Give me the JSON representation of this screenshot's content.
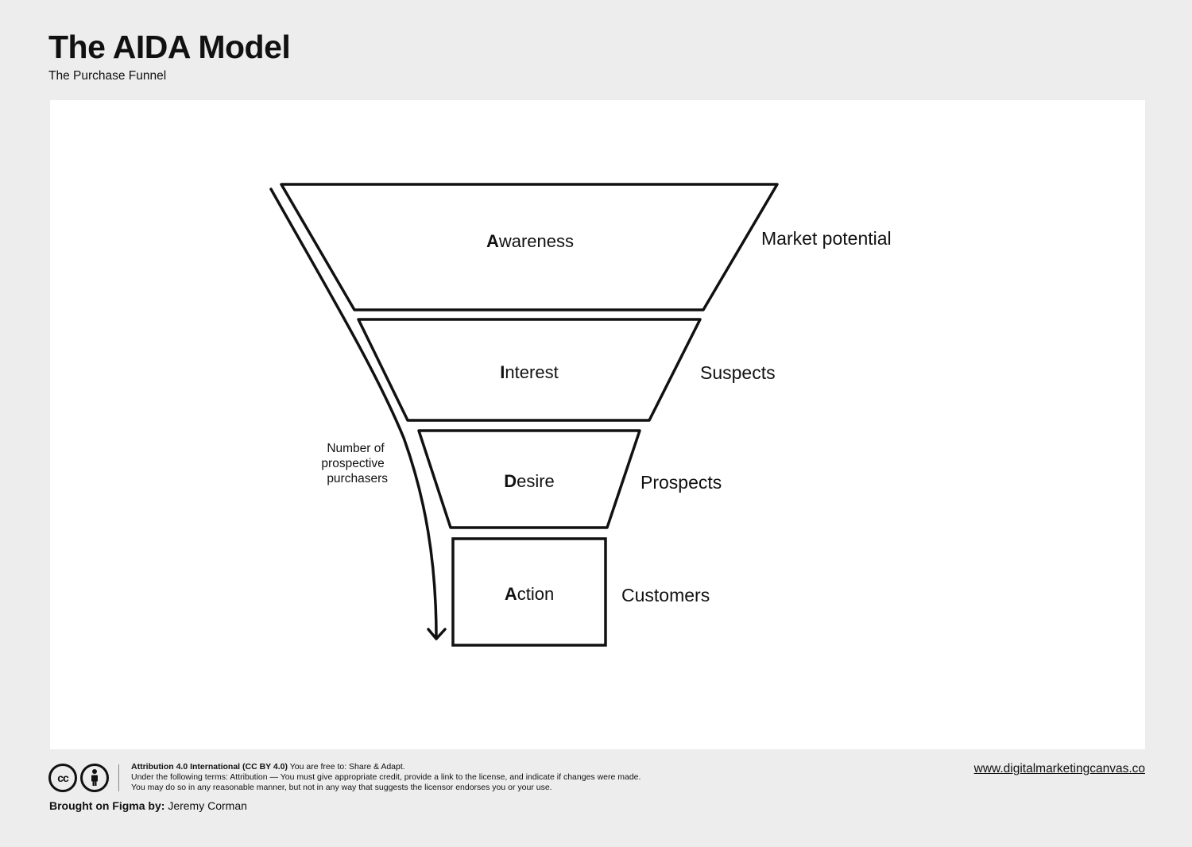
{
  "header": {
    "title": "The AIDA Model",
    "subtitle": "The Purchase Funnel"
  },
  "funnel": {
    "stages": [
      {
        "initial": "A",
        "rest": "wareness",
        "outcome": "Market potential"
      },
      {
        "initial": "I",
        "rest": "nterest",
        "outcome": "Suspects"
      },
      {
        "initial": "D",
        "rest": "esire",
        "outcome": "Prospects"
      },
      {
        "initial": "A",
        "rest": "ction",
        "outcome": "Customers"
      }
    ],
    "axis_label": [
      "Number of",
      "prospective",
      "purchasers"
    ]
  },
  "footer": {
    "license_title": "Attribution 4.0 International (CC BY 4.0)",
    "license_line1_rest": " You are free to: Share & Adapt.",
    "license_line2": "Under the following terms: Attribution — You must give appropriate credit, provide a link to the license, and indicate if changes were made.",
    "license_line3": "You may do so in any reasonable manner, but not in any way that suggests the licensor endorses you or your use.",
    "credit_label": "Brought on Figma by:",
    "credit_name": " Jeremy Corman",
    "website": "www.digitalmarketingcanvas.co",
    "cc_badge": "cc"
  },
  "icons": [
    "creative-commons-icon",
    "attribution-person-icon"
  ],
  "colors": {
    "background": "#ededed",
    "canvas": "#ffffff",
    "ink": "#111111"
  }
}
